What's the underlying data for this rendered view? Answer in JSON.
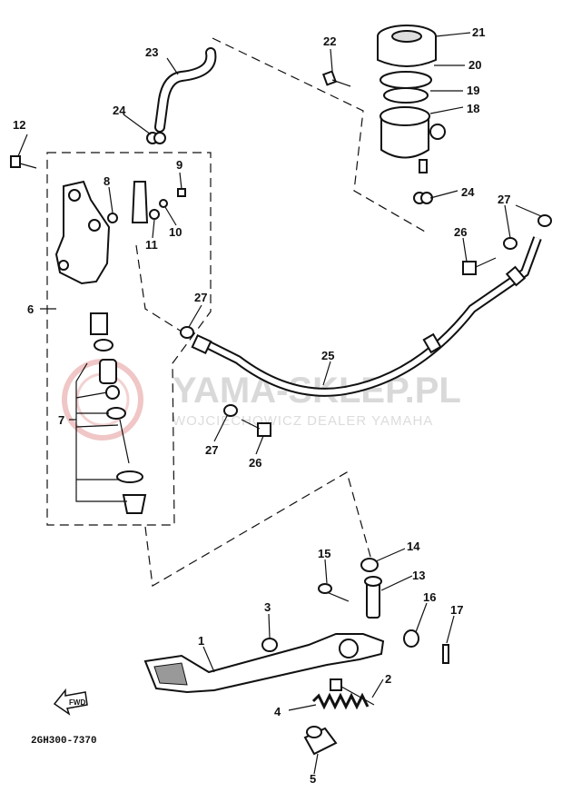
{
  "diagram_code": "2GH300-7370",
  "watermark": {
    "brand": "YAMA-SKLEP.PL",
    "dealer": "WOJCIECHOWICZ DEALER YAMAHA"
  },
  "fwd_label": "FWD",
  "callouts": {
    "c1": "1",
    "c2": "2",
    "c3": "3",
    "c4": "4",
    "c5": "5",
    "c6": "6",
    "c7": "7",
    "c8": "8",
    "c9": "9",
    "c10": "10",
    "c11": "11",
    "c12": "12",
    "c13": "13",
    "c14": "14",
    "c15": "15",
    "c16": "16",
    "c17": "17",
    "c18": "18",
    "c19": "19",
    "c20": "20",
    "c21": "21",
    "c22": "22",
    "c23": "23",
    "c24a": "24",
    "c24b": "24",
    "c25": "25",
    "c26a": "26",
    "c26b": "26",
    "c27a": "27",
    "c27b": "27",
    "c27c": "27"
  }
}
